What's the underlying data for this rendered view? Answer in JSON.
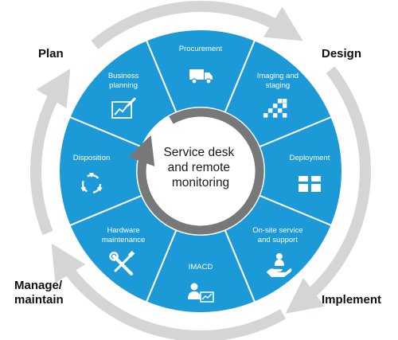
{
  "phases": {
    "plan": "Plan",
    "design": "Design",
    "implement": "Implement",
    "manage": [
      "Manage/",
      "maintain"
    ]
  },
  "center": [
    "Service desk",
    "and remote",
    "monitoring"
  ],
  "segments": [
    {
      "lines": [
        "Procurement"
      ],
      "icon": "truck-icon"
    },
    {
      "lines": [
        "Imaging and",
        "staging"
      ],
      "icon": "checker-icon"
    },
    {
      "lines": [
        "Deployment"
      ],
      "icon": "boxes-icon"
    },
    {
      "lines": [
        "On-site service",
        "and support"
      ],
      "icon": "hand-person-icon"
    },
    {
      "lines": [
        "IMACD"
      ],
      "icon": "person-chart-icon"
    },
    {
      "lines": [
        "Hardware",
        "maintenance"
      ],
      "icon": "tools-icon"
    },
    {
      "lines": [
        "Disposition"
      ],
      "icon": "recycle-icon"
    },
    {
      "lines": [
        "Business",
        "planning"
      ],
      "icon": "chart-icon"
    }
  ],
  "colors": {
    "segment": "#1b9ad7",
    "divider": "#ffffff",
    "outer_arrow": "#d3d5d6",
    "inner_arrow": "#76787a",
    "phase_text": "#111111"
  }
}
